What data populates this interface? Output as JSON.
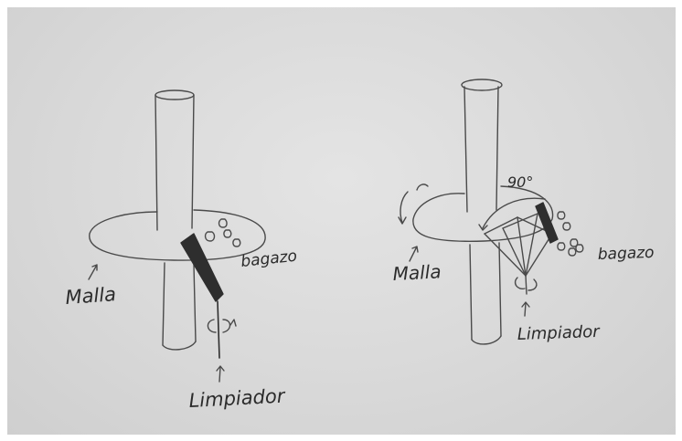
{
  "left_sketch": {
    "label_malla": "Malla",
    "label_bagazo": "bagazo",
    "label_limpiador": "Limpiador"
  },
  "right_sketch": {
    "label_malla": "Malla",
    "label_angle": "90°",
    "label_bagazo": "bagazo",
    "label_limpiador": "Limpiador"
  },
  "colors": {
    "paper": "#dcdcdc",
    "ink": "#3a3a3a",
    "marker": "#2e2e2e"
  }
}
